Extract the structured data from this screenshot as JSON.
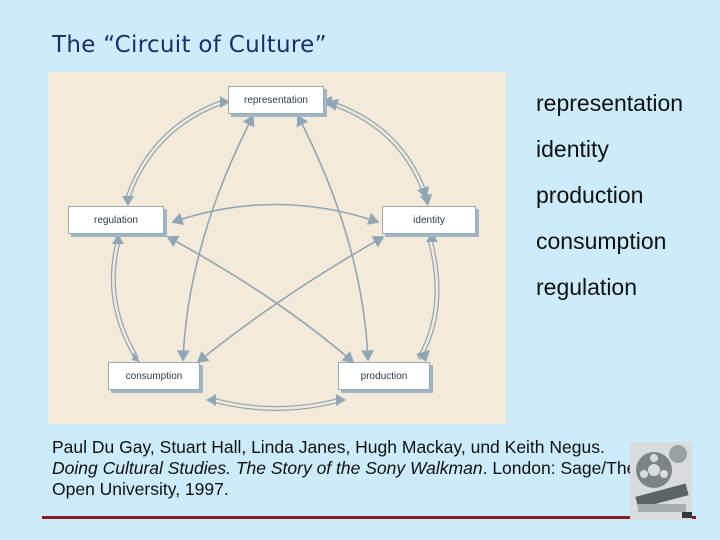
{
  "title": "The “Circuit of Culture”",
  "diagram": {
    "nodes": {
      "representation": "representation",
      "regulation": "regulation",
      "identity": "identity",
      "consumption": "consumption",
      "production": "production"
    }
  },
  "list": [
    "representation",
    "identity",
    "production",
    "consumption",
    "regulation"
  ],
  "citation": {
    "part1": "Paul Du Gay, Stuart Hall, Linda Janes, Hugh Mackay, und Keith Negus. ",
    "italic": "Doing Cultural Studies. The Story of the Sony Walkman",
    "part2": ". London: Sage/The Open University, 1997."
  },
  "colors": {
    "background": "#ccecfb",
    "title": "#1c2c6c",
    "rule": "#8a1b22",
    "diagram_bg": "#f4ead9",
    "arrow": "#8fa6b6"
  },
  "logo_icon": "film-reel-icon"
}
